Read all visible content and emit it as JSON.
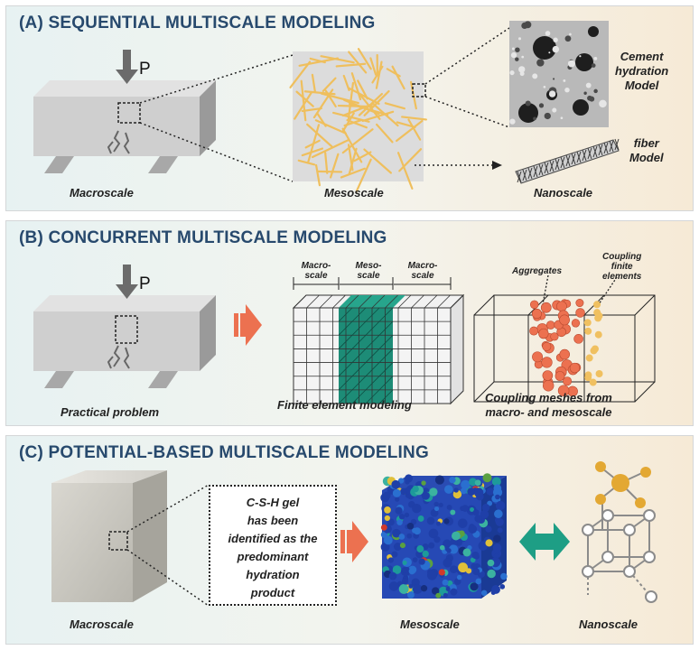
{
  "panel_a": {
    "title": "(A) SEQUENTIAL MULTISCALE MODELING",
    "load_label": "P",
    "macroscale": "Macroscale",
    "mesoscale": "Mesoscale",
    "nanoscale": "Nanoscale",
    "cement_model": "Cement\nhydration\nModel",
    "fiber_model": "fiber\nModel"
  },
  "panel_b": {
    "title": "(B) CONCURRENT MULTISCALE MODELING",
    "load_label": "P",
    "practical": "Practical problem",
    "fem": "Finite element modeling",
    "coupling_caption": "Coupling meshes from\nmacro- and mesoscale",
    "macro_left": "Macro-\nscale",
    "meso": "Meso-\nscale",
    "macro_right": "Macro-\nscale",
    "aggregates": "Aggregates",
    "coupling_elements": "Coupling\nfinite\nelements"
  },
  "panel_c": {
    "title": "(C) POTENTIAL-BASED MULTISCALE MODELING",
    "csh_text": "C-S-H gel\nhas been\nidentified as the\npredominant\nhydration\nproduct",
    "macroscale": "Macroscale",
    "mesoscale": "Mesoscale",
    "nanoscale": "Nanoscale"
  },
  "colors": {
    "title": "#27496d",
    "fiber": "#f0c060",
    "arrow_orange": "#ec7150",
    "teal": "#1e9e85",
    "mesh_teal": "#1d8c77",
    "molecule": "#e3a833"
  }
}
